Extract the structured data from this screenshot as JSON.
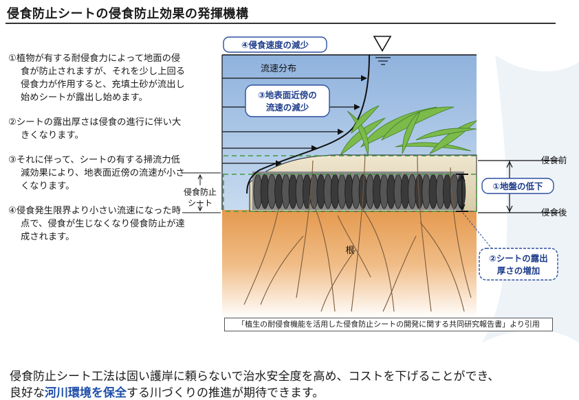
{
  "title": "侵食防止シートの侵食防止効果の発揮機構",
  "steps": [
    "①植物が有する耐侵食力によって地面の侵食が防止されますが、それを少し上回る侵食力が作用すると、充填土砂が流出し始めシートが露出し始めます。",
    "②シートの露出厚さは侵食の進行に伴い大きくなります。",
    "③それに伴って、シートの有する掃流力低減効果により、地表面近傍の流速が小さくなります。",
    "④侵食発生限界より小さい流速になった時点で、侵食が生じなくなり侵食防止が達成されます。"
  ],
  "diagram": {
    "label_erosion_speed": "④侵食速度の減少",
    "label_flow_dist": "流速分布",
    "label_near_surface_line1": "③地表面近傍の",
    "label_near_surface_line2": "流速の減少",
    "label_sheet_line1": "侵食防止",
    "label_sheet_line2": "シート",
    "label_before": "侵食前",
    "label_after": "侵食後",
    "label_ground_drop": "①地盤の低下",
    "label_sheet_expose_line1": "②シートの露出",
    "label_sheet_expose_line2": "厚さの増加",
    "label_root": "根"
  },
  "citation": "「植生の耐侵食機能を活用した侵食防止シートの開発に関する共同研究報告書」より引用",
  "bottom": {
    "line1": "侵食防止シート工法は固い護岸に頼らないで治水安全度を高め、コストを下げることができ、",
    "line2_pre": "良好な",
    "line2_highlight": "河川環境を保全",
    "line2_post": "する川づくりの推進が期待できます。"
  },
  "colors": {
    "water": "#a9c6e6",
    "soil": "#e8a45e",
    "leaf": "#79b84a",
    "sheet": "#444444",
    "box_border": "#2b4ea0",
    "box_text": "#1f3d8c",
    "dash": "#3f9a3f"
  }
}
